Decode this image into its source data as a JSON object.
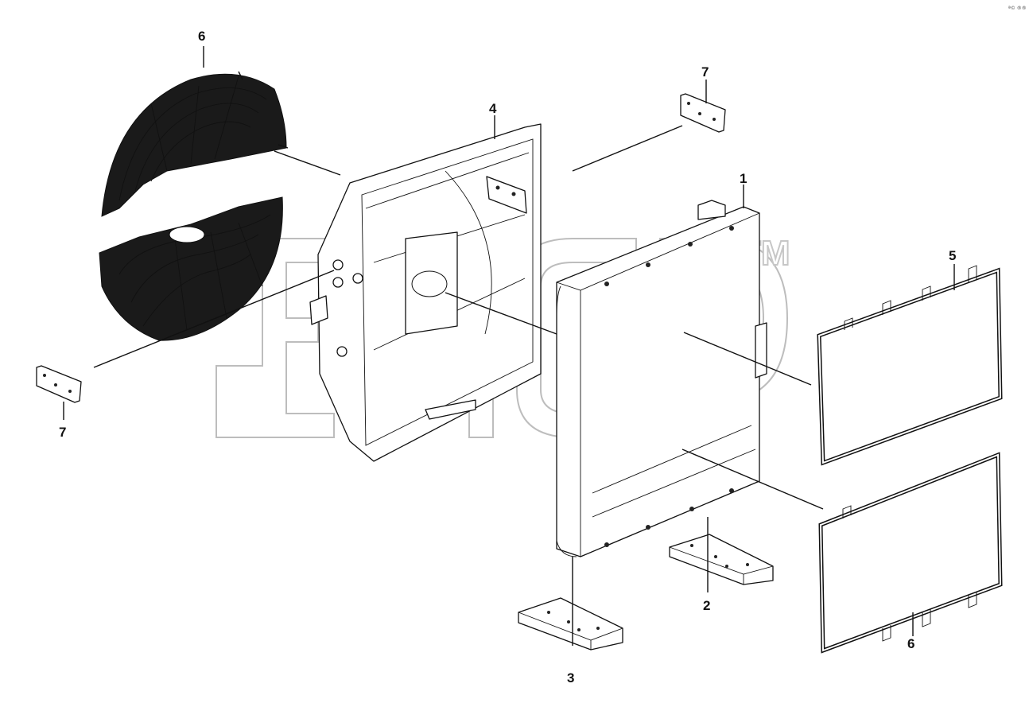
{
  "corner_text": "ª© ®®",
  "watermark_text": "TM",
  "callouts": [
    {
      "id": "c1",
      "text": "1"
    },
    {
      "id": "c2",
      "text": "2"
    },
    {
      "id": "c3",
      "text": "3"
    },
    {
      "id": "c4",
      "text": "4"
    },
    {
      "id": "c5",
      "text": "5"
    },
    {
      "id": "c6a",
      "text": "6"
    },
    {
      "id": "c6b",
      "text": "6"
    },
    {
      "id": "c7a",
      "text": "7"
    },
    {
      "id": "c7b",
      "text": "7"
    }
  ]
}
